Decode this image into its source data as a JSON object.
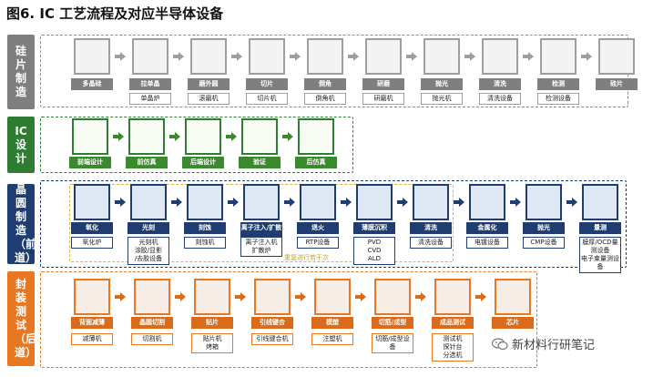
{
  "title": "图6. IC 工艺流程及对应半导体设备",
  "sections": {
    "silicon": {
      "label": "硅片制造",
      "steps": [
        "多晶硅",
        "拉单晶",
        "磨外圆",
        "切片",
        "倒角",
        "研磨",
        "抛光",
        "清洗",
        "检测",
        "硅片"
      ],
      "equipment": [
        "单晶炉",
        "滚磨机",
        "切片机",
        "倒角机",
        "研磨机",
        "抛光机",
        "清洗设备",
        "检测设备"
      ]
    },
    "ic_design": {
      "label": "IC设计",
      "steps": [
        "前端设计",
        "前仿真",
        "后端设计",
        "验证",
        "后仿真"
      ]
    },
    "front_end": {
      "label": "晶圆制造（前道）",
      "steps": [
        "氧化",
        "光刻",
        "刻蚀",
        "离子注入/扩散",
        "退火",
        "薄膜沉积",
        "清洗",
        "金属化",
        "抛光",
        "量测"
      ],
      "equipment": [
        "氧化炉",
        "光刻机\n涂胶/显影\n/去胶设备",
        "刻蚀机",
        "离子注入机\n扩散炉",
        "RTP设备",
        "PVD\nCVD\nALD",
        "清洗设备",
        "电镀设备",
        "CMP设备",
        "膜厚/OCD量测设备\n电子束量测设备"
      ],
      "note": "重复进行若干次"
    },
    "back_end": {
      "label": "封装测试（后道）",
      "steps": [
        "背面减薄",
        "晶圆切割",
        "贴片",
        "引线键合",
        "模塑",
        "切筋/成型",
        "成品测试",
        "芯片"
      ],
      "equipment": [
        "减薄机",
        "切割机",
        "贴片机\n烤箱",
        "引线键合机",
        "注塑机",
        "切筋/成型设备",
        "测试机\n探针台\n分选机"
      ]
    }
  },
  "watermark": "新材料行研笔记",
  "colors": {
    "silicon": "#7f7f7f",
    "ic": "#2e7d32",
    "front": "#1f3d70",
    "back": "#e87722"
  }
}
